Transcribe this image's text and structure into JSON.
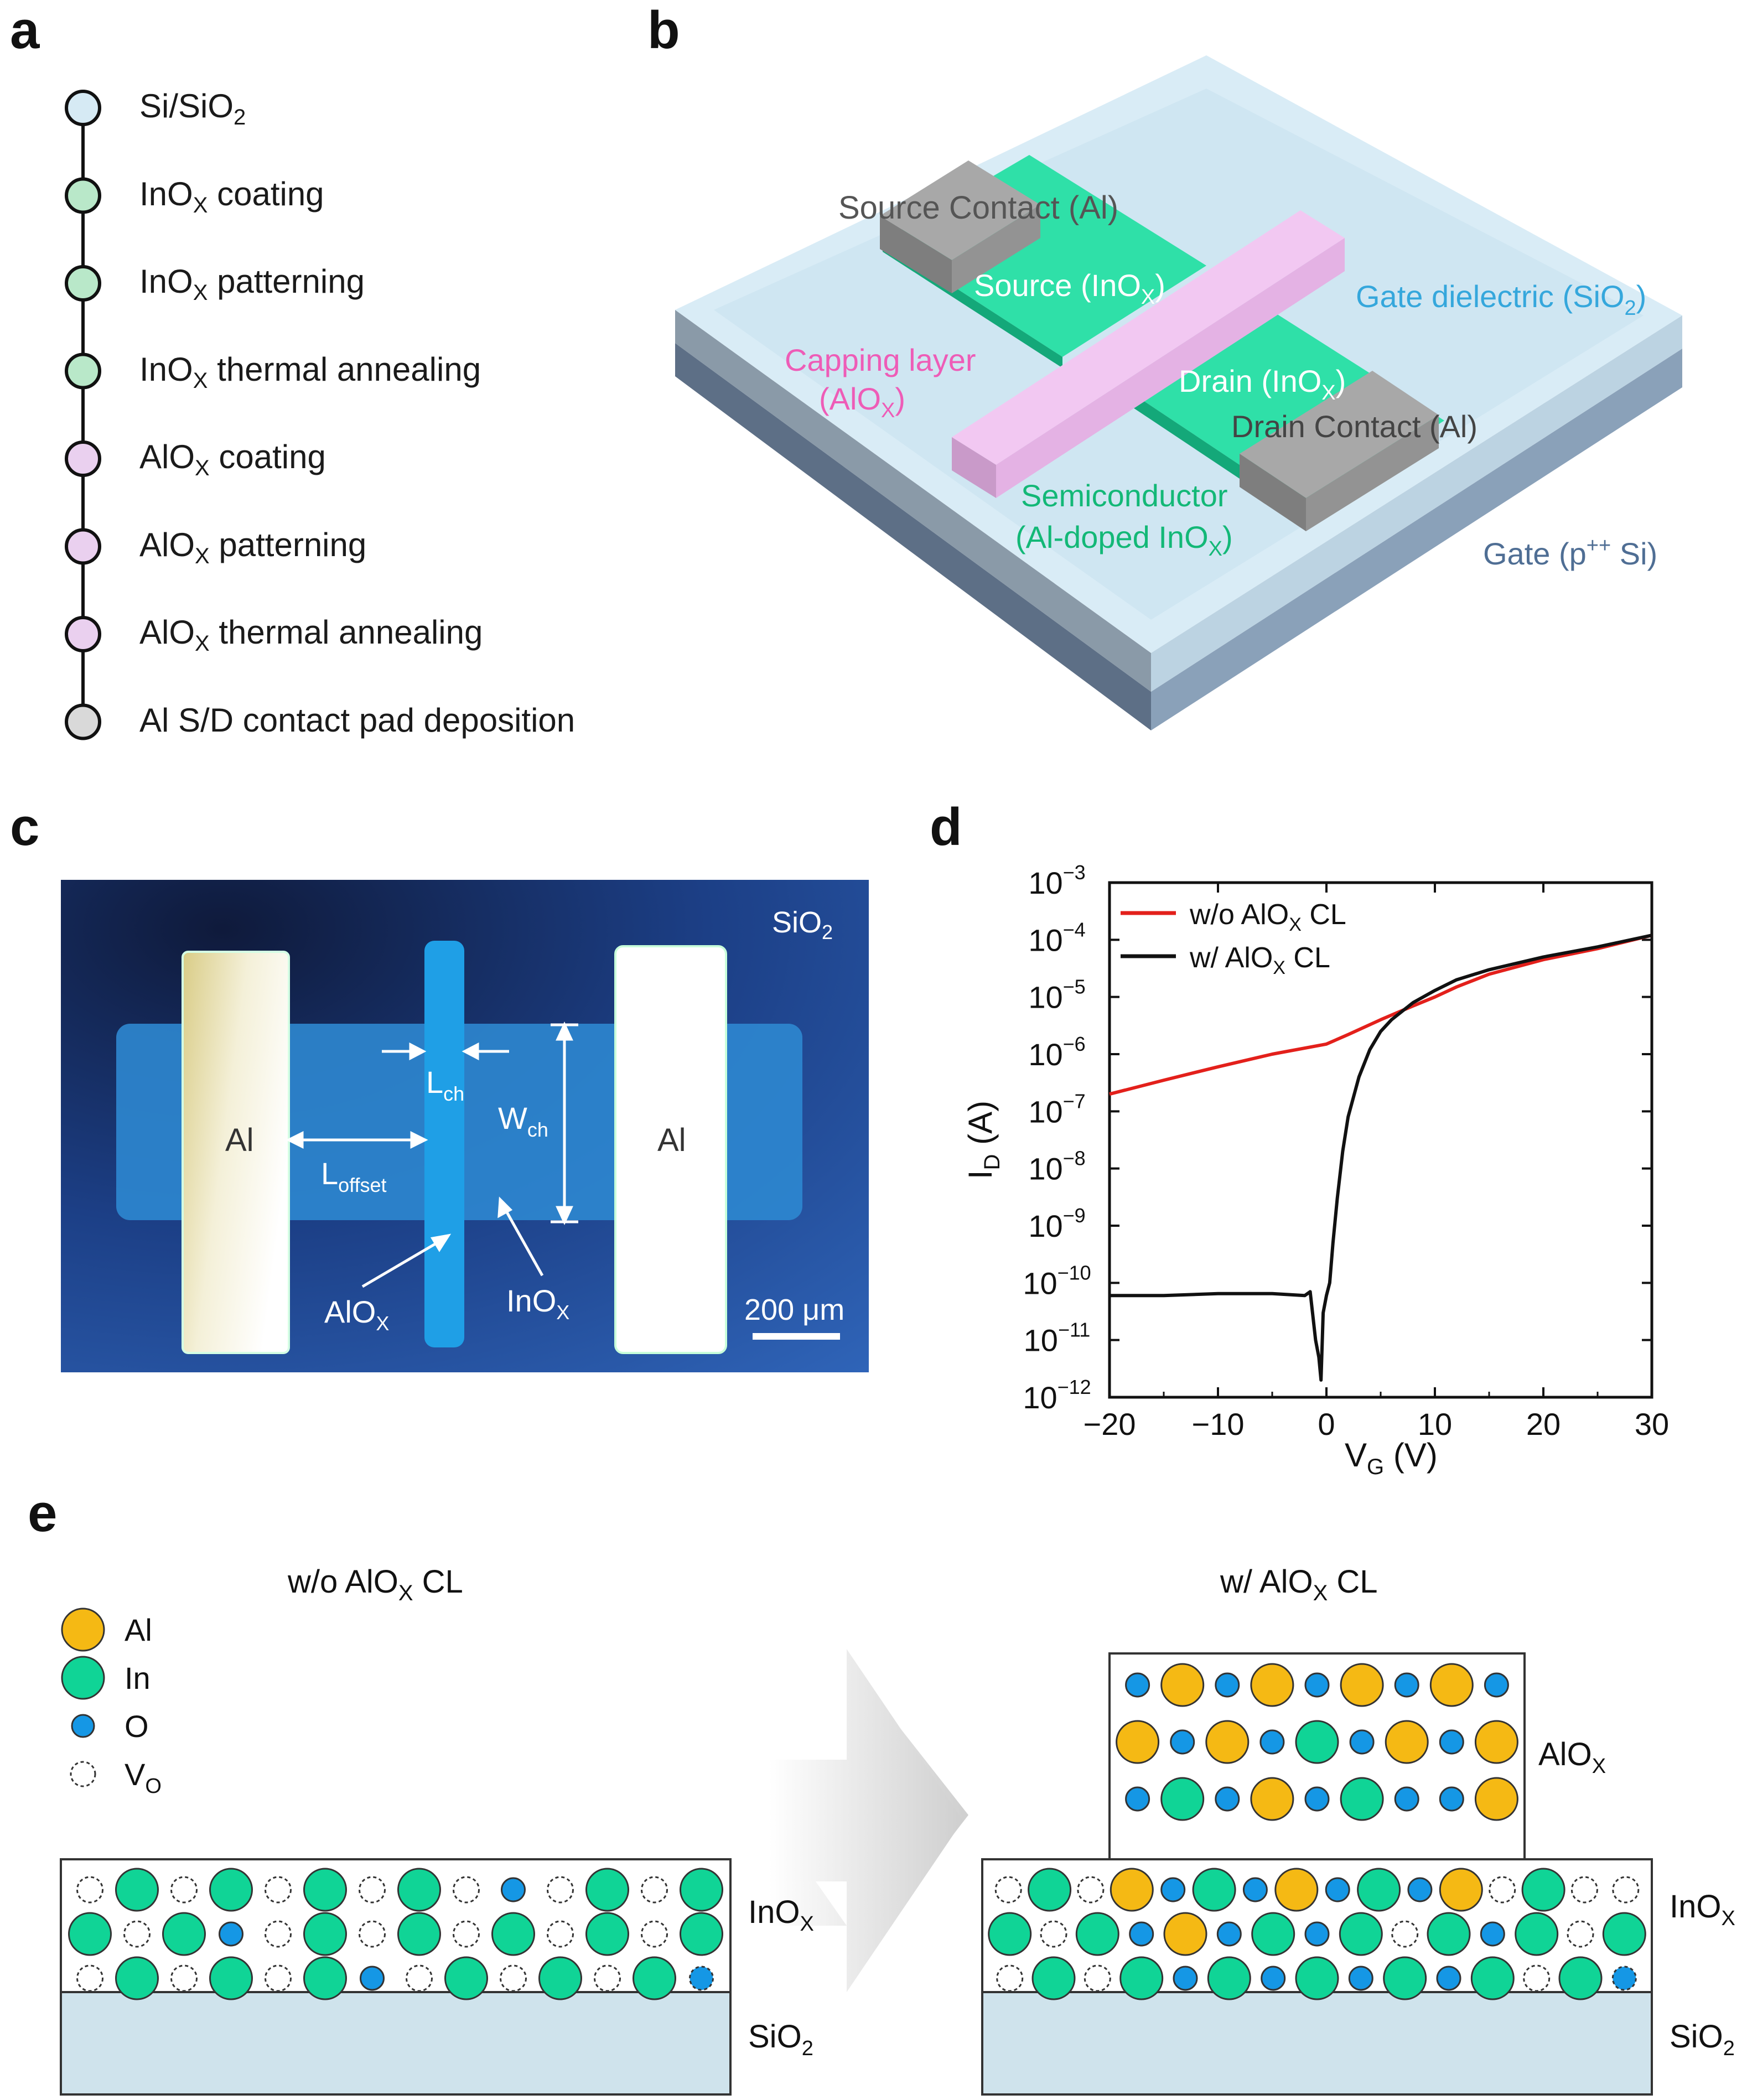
{
  "panels": {
    "a": "a",
    "b": "b",
    "c": "c",
    "d": "d",
    "e": "e"
  },
  "flow": {
    "steps": [
      {
        "pre": "Si/SiO",
        "sub": "2",
        "post": "",
        "color": "#d6eaf4"
      },
      {
        "pre": "InO",
        "sub": "X",
        "post": " coating",
        "color": "#b9e8c9"
      },
      {
        "pre": "InO",
        "sub": "X",
        "post": " patterning",
        "color": "#b9e8c9"
      },
      {
        "pre": "InO",
        "sub": "X",
        "post": " thermal annealing",
        "color": "#b9e8c9"
      },
      {
        "pre": "AlO",
        "sub": "X",
        "post": " coating",
        "color": "#ead0ef"
      },
      {
        "pre": "AlO",
        "sub": "X",
        "post": " patterning",
        "color": "#ead0ef"
      },
      {
        "pre": "AlO",
        "sub": "X",
        "post": " thermal annealing",
        "color": "#ead0ef"
      },
      {
        "pre": "Al S/D contact pad deposition",
        "sub": "",
        "post": "",
        "color": "#d9d9d9"
      }
    ]
  },
  "device": {
    "source_contact": "Source Contact (Al)",
    "source": {
      "pre": "Source (InO",
      "sub": "X",
      "post": ")"
    },
    "gate_dielectric": {
      "pre": "Gate dielectric (SiO",
      "sub": "2",
      "post": ")"
    },
    "capping_1": "Capping layer",
    "capping_2": {
      "pre": "(AlO",
      "sub": "X",
      "post": ")"
    },
    "drain": {
      "pre": "Drain (InO",
      "sub": "X",
      "post": ")"
    },
    "drain_contact": "Drain Contact (Al)",
    "semi_1": "Semiconductor",
    "semi_2": {
      "pre": "(Al-doped InO",
      "sub": "X",
      "post": ")"
    },
    "gate": {
      "pre": "Gate (p",
      "sup": "++",
      "post": " Si)"
    }
  },
  "micrograph": {
    "substrate": {
      "pre": "SiO",
      "sub": "2"
    },
    "al_left": "Al",
    "al_right": "Al",
    "lch": {
      "pre": "L",
      "sub": "ch"
    },
    "wch": {
      "pre": "W",
      "sub": "ch"
    },
    "loffset": {
      "pre": "L",
      "sub": "offset"
    },
    "alox": {
      "pre": "AlO",
      "sub": "X"
    },
    "inox": {
      "pre": "InO",
      "sub": "X"
    },
    "scale_bar": "200 μm"
  },
  "chart_data": {
    "type": "line",
    "xlabel": {
      "pre": "V",
      "sub": "G",
      "post": " (V)"
    },
    "ylabel": {
      "pre": "I",
      "sub": "D",
      "post": " (A)"
    },
    "xlim": [
      -20,
      30
    ],
    "ylim": [
      1e-12,
      0.001
    ],
    "yscale": "log",
    "x_ticks": [
      "−20",
      "−10",
      "0",
      "10",
      "20",
      "30"
    ],
    "y_ticks": [
      "10",
      "10",
      "10",
      "10",
      "10",
      "10",
      "10",
      "10",
      "10",
      "10"
    ],
    "y_tick_exponents": [
      "−12",
      "−11",
      "−10",
      "−9",
      "−8",
      "−7",
      "−6",
      "−5",
      "−4",
      "−3"
    ],
    "legend_position": "top-left",
    "series": [
      {
        "name": {
          "pre": "w/o AlO",
          "sub": "X",
          "post": " CL"
        },
        "color": "#e3201b",
        "x": [
          -20,
          -15,
          -10,
          -5,
          0,
          2,
          5,
          8,
          10,
          12,
          15,
          20,
          25,
          30
        ],
        "y": [
          2e-07,
          3.5e-07,
          6e-07,
          1e-06,
          1.5e-06,
          2.2e-06,
          4e-06,
          7e-06,
          1e-05,
          1.5e-05,
          2.5e-05,
          4.5e-05,
          7e-05,
          0.00012
        ]
      },
      {
        "name": {
          "pre": "w/ AlO",
          "sub": "X",
          "post": " CL"
        },
        "color": "#111111",
        "x": [
          -20,
          -15,
          -10,
          -5,
          -2,
          -1.5,
          -1,
          -0.7,
          -0.5,
          -0.3,
          0,
          0.3,
          0.6,
          1,
          1.5,
          2,
          3,
          4,
          5,
          6,
          8,
          10,
          12,
          15,
          20,
          25,
          30
        ],
        "y": [
          6e-11,
          6e-11,
          6.5e-11,
          6.5e-11,
          6e-11,
          7e-11,
          1e-11,
          5e-12,
          2e-12,
          3e-11,
          6e-11,
          1e-10,
          5e-10,
          3e-09,
          2e-08,
          8e-08,
          4e-07,
          1.2e-06,
          2.5e-06,
          4e-06,
          8e-06,
          1.3e-05,
          2e-05,
          3e-05,
          5e-05,
          7.5e-05,
          0.00012
        ]
      }
    ]
  },
  "schematic": {
    "title_left": {
      "pre": "w/o AlO",
      "sub": "X",
      "post": " CL"
    },
    "title_right": {
      "pre": "w/ AlO",
      "sub": "X",
      "post": " CL"
    },
    "legend": [
      {
        "label": "Al",
        "sub": "",
        "color": "#f5b914"
      },
      {
        "label": "In",
        "sub": "",
        "color": "#10d496"
      },
      {
        "label": "O",
        "sub": "",
        "color": "#1597e5"
      },
      {
        "label": "V",
        "sub": "O",
        "color": "none"
      }
    ],
    "inox_label": {
      "pre": "InO",
      "sub": "X"
    },
    "sio2_label": {
      "pre": "SiO",
      "sub": "2"
    },
    "alox_label": {
      "pre": "AlO",
      "sub": "X"
    },
    "left_rows": [
      "vivivivivovivi",
      "iviovivivivivi",
      "vivivioviviviO"
    ],
    "right_alox_rows": [
      "oaoaoaoao",
      "aoaoioaoa",
      "oioaoiooa"
    ],
    "right_inox_rows": [
      "vivaoioaoioavivv",
      "ivioaoioivioivi",
      "vivioioioioiviO"
    ],
    "colors": {
      "al": "#f5b914",
      "in": "#10d496",
      "o": "#1597e5",
      "substrate": "#cfe3ec"
    }
  }
}
